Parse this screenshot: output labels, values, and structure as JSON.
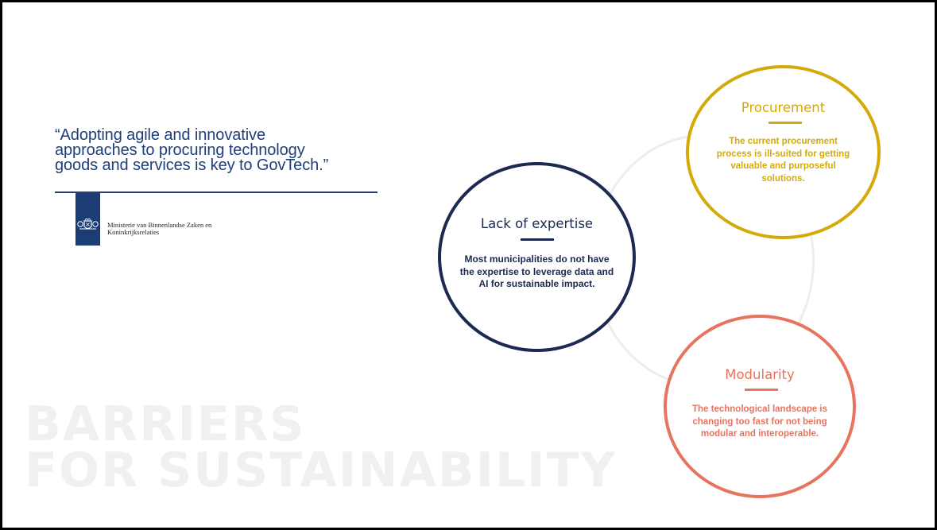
{
  "quote": {
    "lines": [
      "“Adopting agile and innovative",
      "approaches to procuring technology",
      "goods and services is key to GovTech.”"
    ]
  },
  "ministry": {
    "lines": [
      "Ministerie van Binnenlandse Zaken en",
      "Koninkrijksrelaties"
    ],
    "logo_icon": "coat-of-arms-icon"
  },
  "background_title": {
    "lines": [
      "BARRIERS",
      "FOR SUSTAINABILITY"
    ]
  },
  "circles": {
    "expertise": {
      "title": "Lack of expertise",
      "body": "Most municipalities do not have the expertise to leverage data and AI for sustainable impact.",
      "color": "#1c2a52"
    },
    "procurement": {
      "title": "Procurement",
      "body": "The current procurement process is ill-suited for getting valuable and purposeful solutions.",
      "color": "#d4aa08"
    },
    "modularity": {
      "title": "Modularity",
      "body": "The technological landscape is changing too fast for not being modular and interoperable.",
      "color": "#e8735e"
    }
  },
  "colors": {
    "quote_text": "#1f3f7a",
    "logo_ribbon": "#1c3d73",
    "connector_ring": "#ededed",
    "background_title": "#f0f0f0",
    "slide_border": "#000000"
  }
}
